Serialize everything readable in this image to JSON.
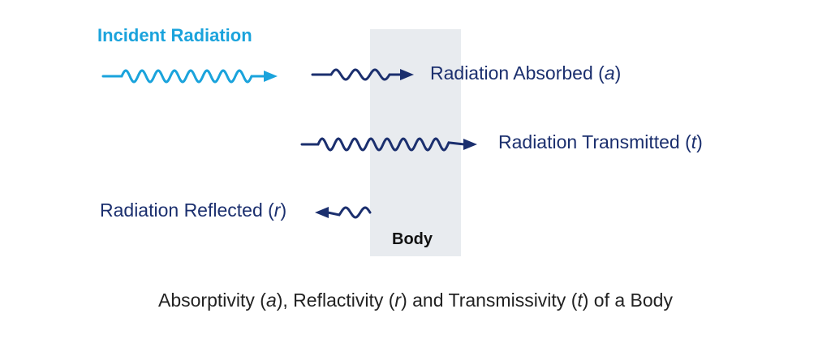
{
  "colors": {
    "incident": "#1aa3dc",
    "navy": "#1b2f6e",
    "body_fill": "#e8ebef",
    "caption": "#222222"
  },
  "incident": {
    "label": "Incident Radiation"
  },
  "body": {
    "label": "Body"
  },
  "absorbed": {
    "text": "Radiation Absorbed (",
    "symbol": "a",
    "close": ")"
  },
  "transmitted": {
    "text": "Radiation Transmitted (",
    "symbol": "t",
    "close": ")"
  },
  "reflected": {
    "text": "Radiation Reflected (",
    "symbol": "r",
    "close": ")"
  },
  "caption": {
    "p1": "Absorptivity (",
    "a": "a",
    "p2": "), Reflactivity (",
    "r": "r",
    "p3": ") and Transmissivity (",
    "t": "t",
    "p4": ") of a Body"
  }
}
